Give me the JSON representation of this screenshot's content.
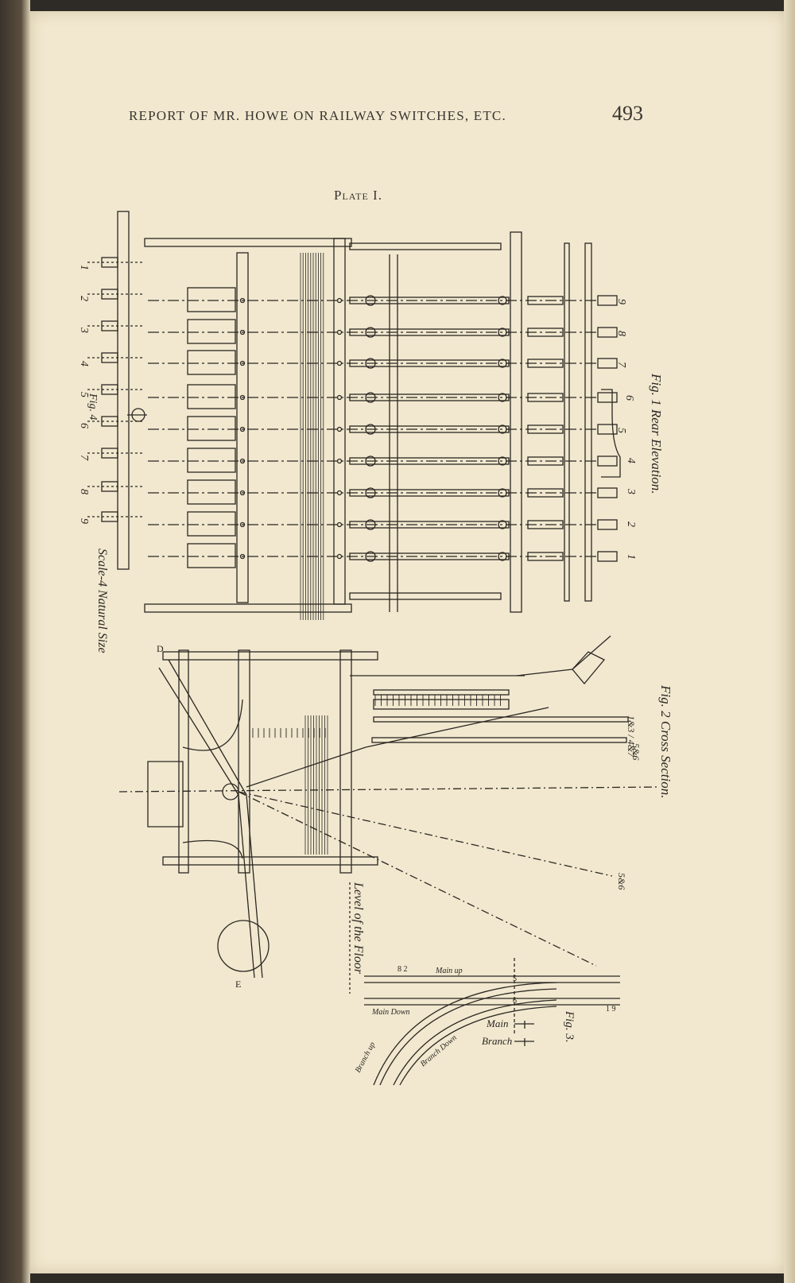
{
  "header": {
    "running_title": "REPORT OF MR. HOWE ON RAILWAY SWITCHES, ETC.",
    "page_number": "493"
  },
  "plate_title": "Plate I.",
  "fig1": {
    "caption": "Fig. 1 Rear Elevation.",
    "lever_numbers": [
      "9",
      "8",
      "7",
      "6",
      "5",
      "4",
      "3",
      "2",
      "1"
    ]
  },
  "fig4": {
    "caption": "Fig. 4",
    "numbers": [
      "1",
      "2",
      "3",
      "4",
      "5",
      "6",
      "7",
      "8",
      "9"
    ],
    "scale": "Scale-4 Natural Size"
  },
  "fig2": {
    "caption": "Fig. 2 Cross Section.",
    "labels": {
      "top": "1&3 / 4&7",
      "mid": "5&6",
      "lower": "5&6",
      "floor": "Level of the Floor",
      "p": "D",
      "e": "E"
    }
  },
  "fig3": {
    "caption": "Fig. 3.",
    "main_up": "Main up",
    "main_down": "Main Down",
    "branch_up": "Branch up",
    "branch_down": "Branch Down",
    "legend_main": "Main",
    "legend_branch": "Branch",
    "num_82": "8 2",
    "num_19": "1 9",
    "num_5": "5",
    "num_6": "6"
  }
}
